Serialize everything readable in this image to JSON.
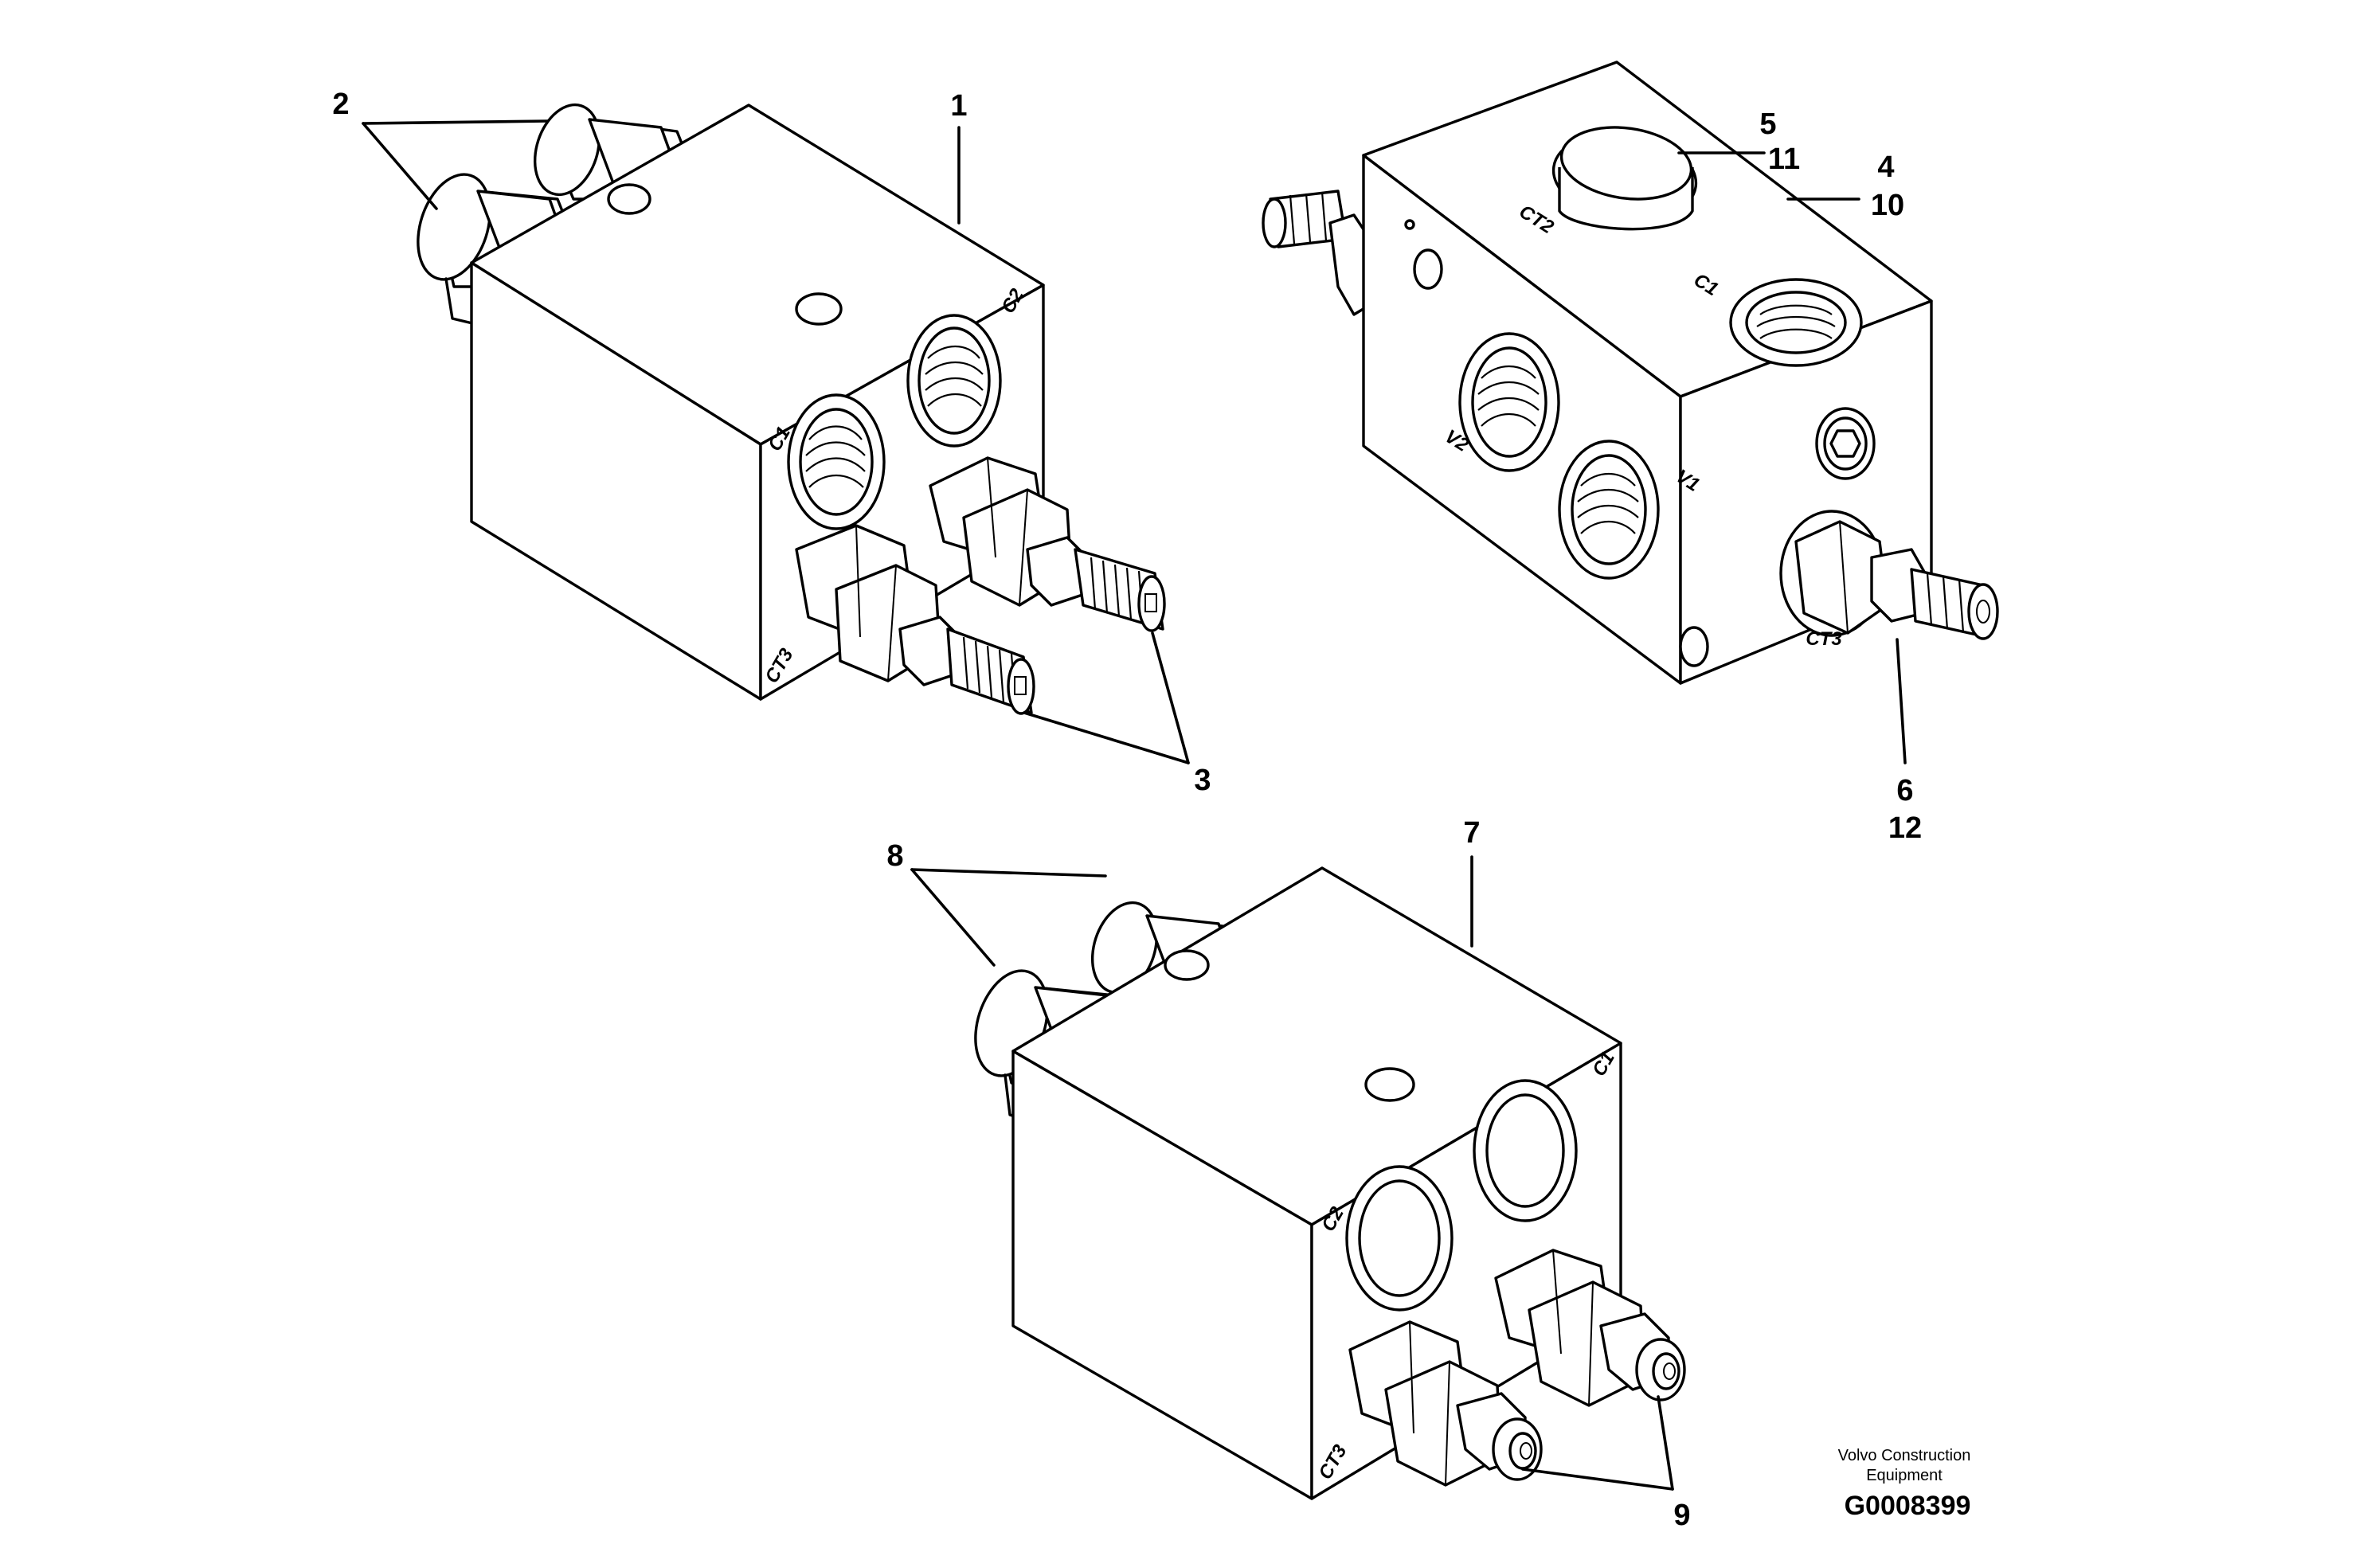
{
  "callouts": {
    "c1": "1",
    "c2": "2",
    "c3": "3",
    "c4": "4",
    "c5": "5",
    "c6": "6",
    "c7": "7",
    "c8": "8",
    "c9": "9",
    "c10": "10",
    "c11": "11",
    "c12": "12"
  },
  "port_labels": {
    "top_left": {
      "c1": "C1",
      "c2": "C2",
      "ct3": "CT3"
    },
    "top_right": {
      "ct2": "CT2",
      "c1": "C1",
      "v1": "V1",
      "v2": "V2",
      "ct3": "CT3"
    },
    "bottom": {
      "c1": "C1",
      "c2": "C2",
      "ct3": "CT3"
    }
  },
  "footer": {
    "company_line1": "Volvo Construction",
    "company_line2": "Equipment",
    "drawing_code": "G0008399"
  }
}
